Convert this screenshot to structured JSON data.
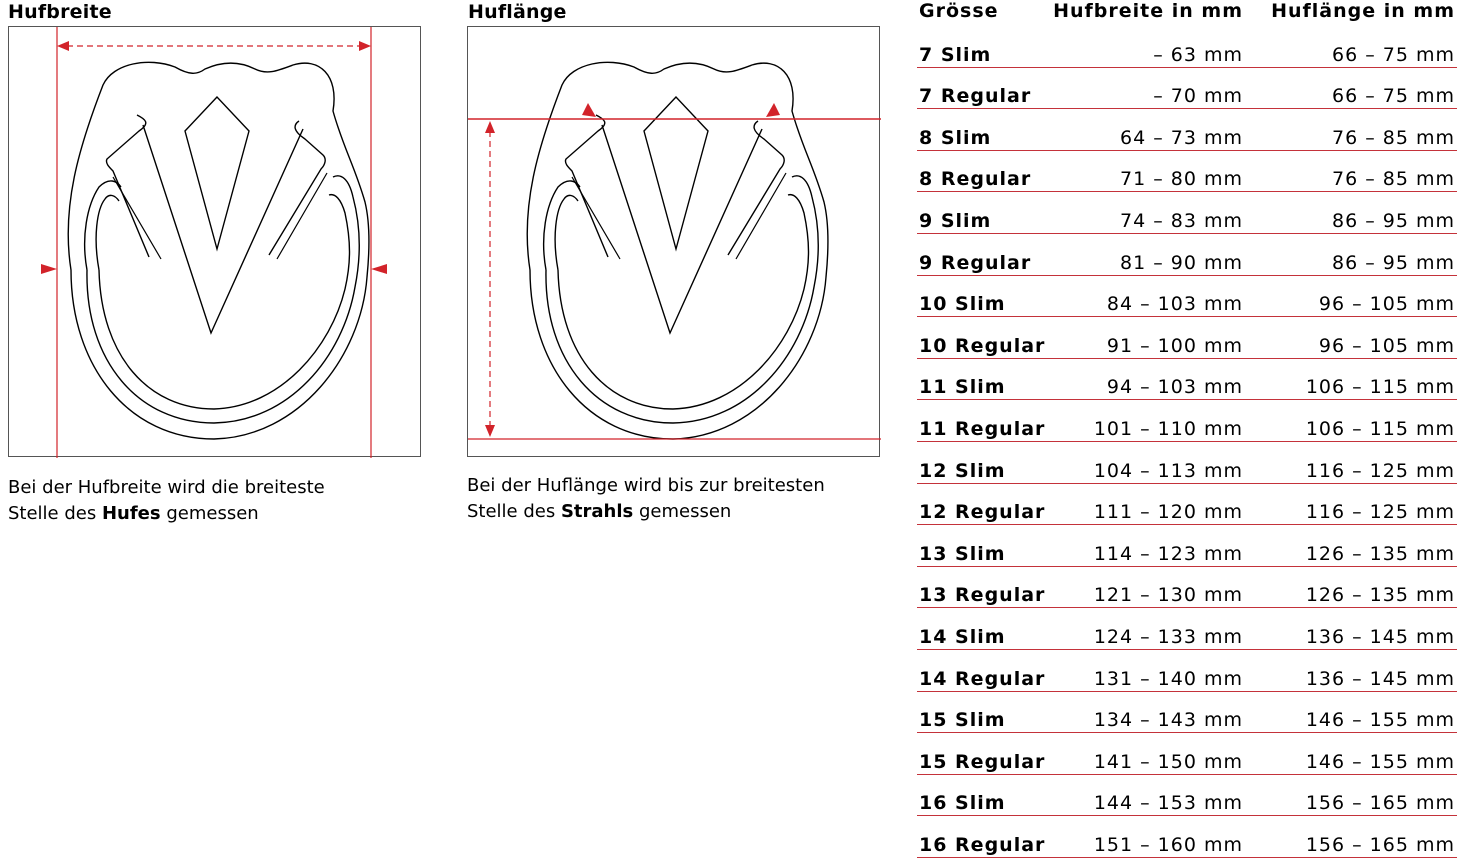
{
  "left_panel": {
    "title": "Hufbreite",
    "caption_line1": "Bei der Hufbreite wird die breiteste",
    "caption_line2_pre": "Stelle des ",
    "caption_line2_bold": "Hufes",
    "caption_line2_post": " gemessen"
  },
  "middle_panel": {
    "title": "Huflänge",
    "caption_line1": "Bei der Huflänge wird bis zur breitesten",
    "caption_line2_pre": "Stelle des ",
    "caption_line2_bold": "Strahls",
    "caption_line2_post": " gemessen"
  },
  "colors": {
    "accent": "#d2232a",
    "row_line": "#c4323a"
  },
  "table": {
    "headers": [
      "Grösse",
      "Hufbreite in mm",
      "Huflänge in mm"
    ],
    "rows": [
      [
        "7 Slim",
        "– 63 mm",
        "66 – 75 mm"
      ],
      [
        "7 Regular",
        "– 70 mm",
        "66 – 75 mm"
      ],
      [
        "8 Slim",
        "64 – 73 mm",
        "76 – 85 mm"
      ],
      [
        "8 Regular",
        "71 – 80 mm",
        "76 – 85 mm"
      ],
      [
        "9 Slim",
        "74 – 83 mm",
        "86 – 95 mm"
      ],
      [
        "9 Regular",
        "81 – 90 mm",
        "86 – 95 mm"
      ],
      [
        "10 Slim",
        "84 – 103 mm",
        "96 – 105 mm"
      ],
      [
        "10 Regular",
        "91 – 100 mm",
        "96 – 105 mm"
      ],
      [
        "11 Slim",
        "94 – 103 mm",
        "106 – 115 mm"
      ],
      [
        "11 Regular",
        "101 – 110 mm",
        "106 – 115 mm"
      ],
      [
        "12 Slim",
        "104 – 113 mm",
        "116 – 125 mm"
      ],
      [
        "12 Regular",
        "111 – 120 mm",
        "116 – 125 mm"
      ],
      [
        "13 Slim",
        "114 – 123 mm",
        "126 – 135 mm"
      ],
      [
        "13 Regular",
        "121 – 130 mm",
        "126 – 135 mm"
      ],
      [
        "14 Slim",
        "124 – 133 mm",
        "136 – 145 mm"
      ],
      [
        "14 Regular",
        "131 – 140 mm",
        "136 – 145 mm"
      ],
      [
        "15 Slim",
        "134 – 143 mm",
        "146 – 155 mm"
      ],
      [
        "15 Regular",
        "141 – 150 mm",
        "146 – 155 mm"
      ],
      [
        "16 Slim",
        "144 – 153 mm",
        "156 – 165 mm"
      ],
      [
        "16 Regular",
        "151 – 160 mm",
        "156 – 165 mm"
      ]
    ]
  }
}
